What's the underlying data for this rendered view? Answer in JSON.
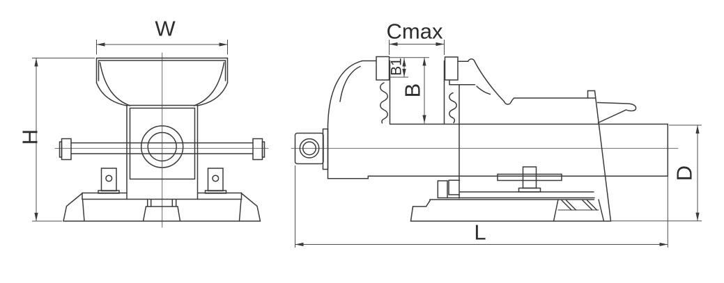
{
  "figure": {
    "type": "technical-drawing",
    "subject": "bench vise two-view dimensional drawing",
    "colors": {
      "background": "#ffffff",
      "object_line": "#3a3a3a",
      "dimension_line": "#4d4d4d",
      "text": "#2d2d2d"
    },
    "views": {
      "front_view": {
        "dimension_ids": [
          "W",
          "H"
        ]
      },
      "side_view": {
        "dimension_ids": [
          "Cmax",
          "B1",
          "B",
          "L",
          "D"
        ]
      }
    },
    "labels": {
      "W": "W",
      "H": "H",
      "Cmax": "Cmax",
      "B1": "B1",
      "B": "B",
      "L": "L",
      "D": "D"
    }
  }
}
